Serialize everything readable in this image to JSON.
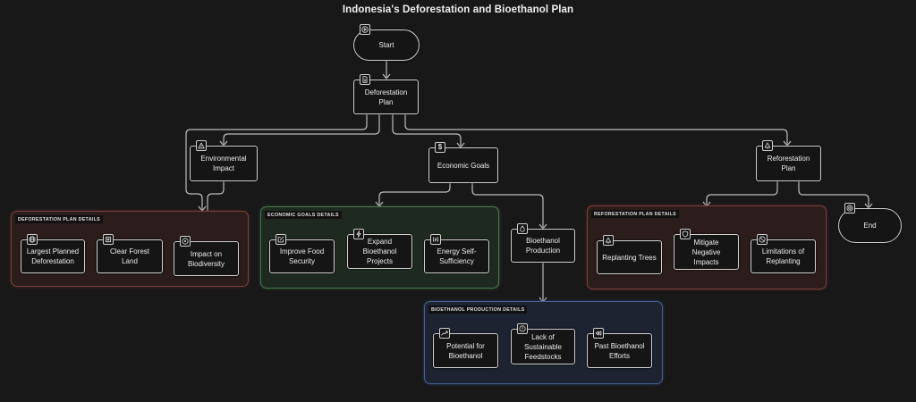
{
  "title": "Indonesia's Deforestation and Bioethanol Plan",
  "colors": {
    "background": "#181818",
    "node_border": "#cfcfcf",
    "connector": "#bdbdbd",
    "group_red": "#7c3e3b",
    "group_green": "#46774f",
    "group_blue": "#44618f"
  },
  "nodes": {
    "start": {
      "label": "Start",
      "icon": "play-icon"
    },
    "deforestation_plan": {
      "label": "Deforestation Plan",
      "icon": "document-icon"
    },
    "environmental_impact": {
      "label": "Environmental Impact",
      "icon": "warning-icon"
    },
    "economic_goals": {
      "label": "Economic Goals",
      "icon": "dollar-icon"
    },
    "reforestation_plan": {
      "label": "Reforestation Plan",
      "icon": "tree-icon"
    },
    "bioethanol_production": {
      "label": "Bioethanol Production",
      "icon": "droplet-icon"
    },
    "end": {
      "label": "End",
      "icon": "target-icon"
    }
  },
  "groups": {
    "deforestation_details": {
      "label": "DEFORESTATION PLAN DETAILS",
      "items": [
        {
          "label": "Largest Planned Deforestation",
          "icon": "globe-icon"
        },
        {
          "label": "Clear Forest Land",
          "icon": "square-icon"
        },
        {
          "label": "Impact on Biodiversity",
          "icon": "circle-dot-icon"
        }
      ]
    },
    "economic_details": {
      "label": "ECONOMIC GOALS DETAILS",
      "items": [
        {
          "label": "Improve Food Security",
          "icon": "edit-icon"
        },
        {
          "label": "Expand Bioethanol Projects",
          "icon": "zap-icon"
        },
        {
          "label": "Energy Self-Sufficiency",
          "icon": "energy-icon"
        }
      ]
    },
    "reforestation_details": {
      "label": "REFORESTATION PLAN DETAILS",
      "items": [
        {
          "label": "Replanting Trees",
          "icon": "tree-icon"
        },
        {
          "label": "Mitigate Negative Impacts",
          "icon": "shield-icon"
        },
        {
          "label": "Limitations of Replanting",
          "icon": "ban-icon"
        }
      ]
    },
    "bioethanol_details": {
      "label": "BIOETHANOL PRODUCTION DETAILS",
      "items": [
        {
          "label": "Potential for Bioethanol",
          "icon": "trending-up-icon"
        },
        {
          "label": "Lack of Sustainable Feedstocks",
          "icon": "alert-circle-icon"
        },
        {
          "label": "Past Bioethanol Efforts",
          "icon": "rewind-icon"
        }
      ]
    }
  }
}
